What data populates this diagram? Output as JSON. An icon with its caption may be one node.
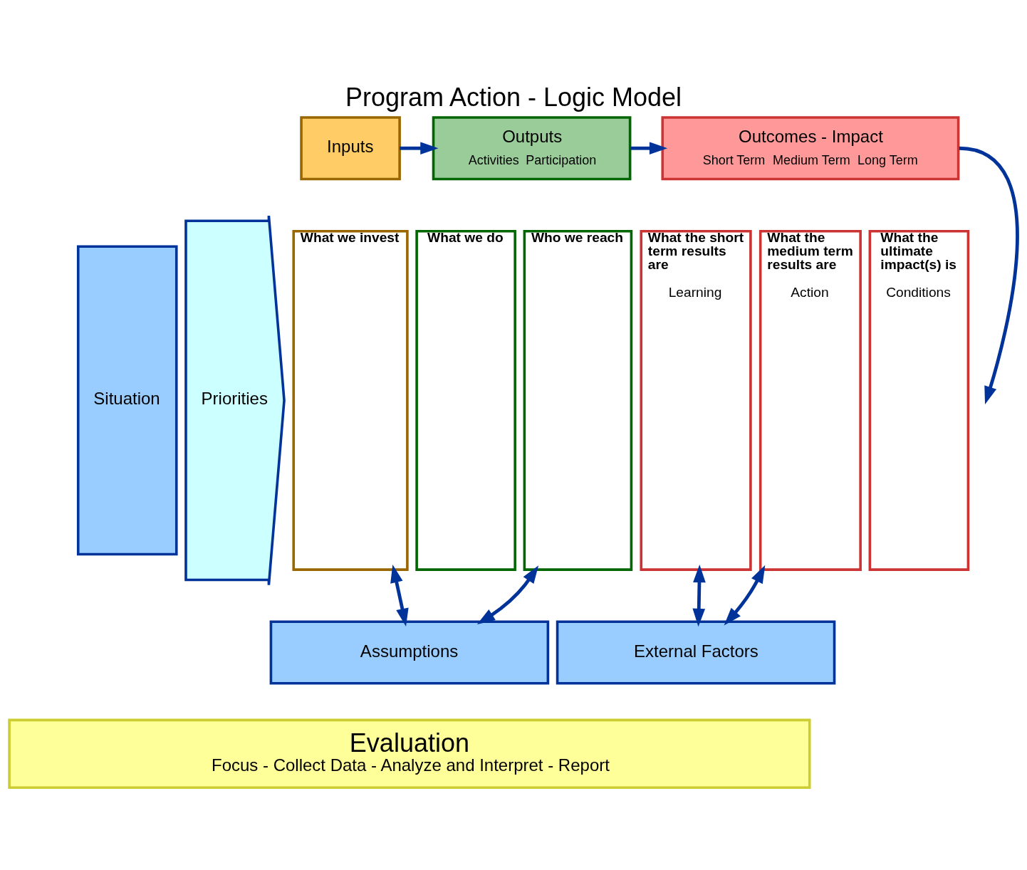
{
  "diagram": {
    "title": "Program Action - Logic Model",
    "nodes": [
      {
        "text": [
          "Situation"
        ]
      },
      {
        "text": [
          "Priorities"
        ]
      },
      {
        "text": [
          "Inputs"
        ]
      },
      {
        "text": [
          "Outputs",
          "Activities",
          "Participation"
        ]
      },
      {
        "text": [
          "Outcomes - Impact",
          "Short Term",
          "Medium Term",
          "Long Term"
        ]
      },
      {
        "text": [
          "What we invest"
        ]
      },
      {
        "text": [
          "What we do"
        ]
      },
      {
        "text": [
          "Who we reach"
        ]
      },
      {
        "text": [
          "What the short term results are",
          "Learning"
        ]
      },
      {
        "text": [
          "What the medium term results are",
          "Action"
        ]
      },
      {
        "text": [
          "What the ultimate impact(s) is",
          "Conditions"
        ]
      },
      {
        "text": [
          "Assumptions"
        ]
      },
      {
        "text": [
          "External Factors"
        ]
      },
      {
        "text": [
          "Evaluation",
          "Focus - Collect Data - Analyze and Interpret - Report"
        ]
      }
    ],
    "edges": [
      {
        "from": 2,
        "to": 3,
        "arrow": "to"
      },
      {
        "from": 3,
        "to": 4,
        "arrow": "to"
      },
      {
        "from": 4,
        "to": null,
        "arrow": "to"
      },
      {
        "from": 11,
        "to": 5,
        "arrow": "both"
      },
      {
        "from": 11,
        "to": 7,
        "arrow": "both"
      },
      {
        "from": 12,
        "to": 8,
        "arrow": "both"
      },
      {
        "from": 12,
        "to": 9,
        "arrow": "both"
      }
    ]
  }
}
